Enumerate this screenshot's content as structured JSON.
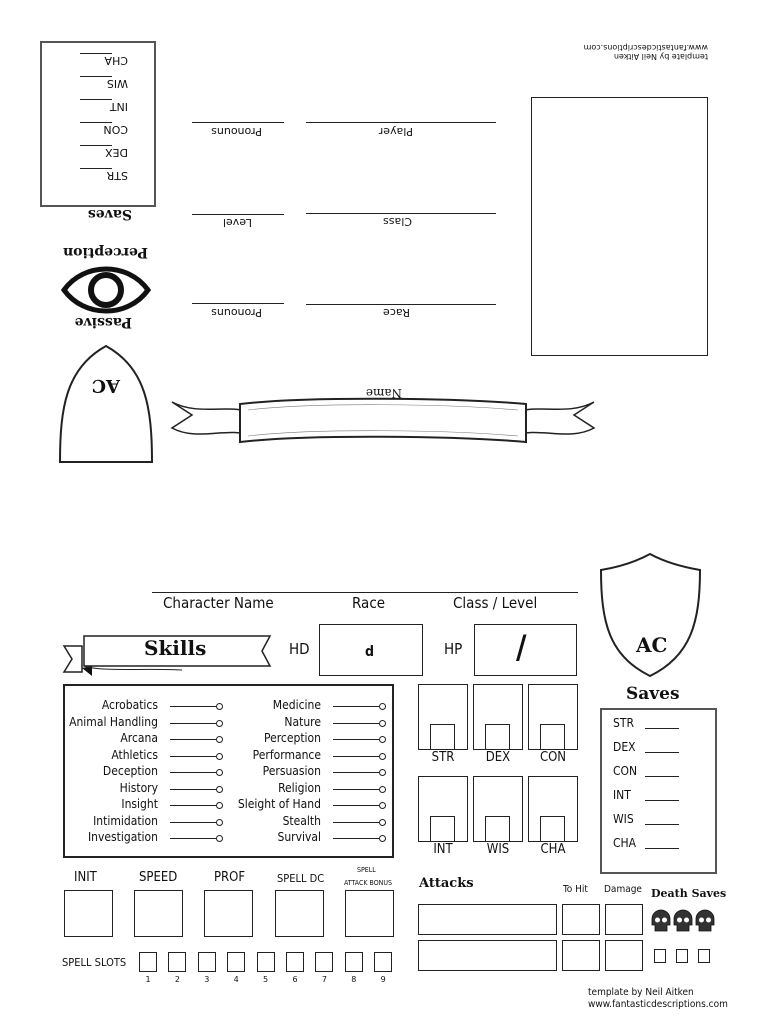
{
  "credit": {
    "line1": "template by Neil Aitken",
    "line2": "www.fantasticdescriptions.com"
  },
  "top": {
    "saves_title": "Saves",
    "saves": [
      "STR",
      "DEX",
      "CON",
      "INT",
      "WIS",
      "CHA"
    ],
    "passive_top": "Perception",
    "passive_bottom": "Passive",
    "ac": "AC",
    "name_label": "Name",
    "fields": {
      "player": "Player",
      "pronouns1": "Pronouns",
      "class": "Class",
      "level": "Level",
      "race": "Race",
      "pronouns2": "Pronouns"
    }
  },
  "header": {
    "character_name": "Character Name",
    "race": "Race",
    "class_level": "Class / Level"
  },
  "skills_banner": "Skills",
  "hd": {
    "label": "HD",
    "value": "d"
  },
  "hp": {
    "label": "HP",
    "value": "/"
  },
  "ac": "AC",
  "saves_title": "Saves",
  "saves": [
    "STR",
    "DEX",
    "CON",
    "INT",
    "WIS",
    "CHA"
  ],
  "abilities_row1": [
    "STR",
    "DEX",
    "CON"
  ],
  "abilities_row2": [
    "INT",
    "WIS",
    "CHA"
  ],
  "skills_left": [
    "Acrobatics",
    "Animal Handling",
    "Arcana",
    "Athletics",
    "Deception",
    "History",
    "Insight",
    "Intimidation",
    "Investigation"
  ],
  "skills_right": [
    "Medicine",
    "Nature",
    "Perception",
    "Performance",
    "Persuasion",
    "Religion",
    "Sleight of Hand",
    "Stealth",
    "Survival"
  ],
  "stats": {
    "init": "INIT",
    "speed": "SPEED",
    "prof": "PROF",
    "spell_dc": "SPELL DC",
    "spell_attack_top": "SPELL",
    "spell_attack_bottom": "ATTACK BONUS"
  },
  "spell_slots_label": "SPELL SLOTS",
  "spell_slot_numbers": [
    "1",
    "2",
    "3",
    "4",
    "5",
    "6",
    "7",
    "8",
    "9"
  ],
  "attacks": {
    "title": "Attacks",
    "to_hit": "To Hit",
    "damage": "Damage"
  },
  "death_saves": "Death Saves"
}
